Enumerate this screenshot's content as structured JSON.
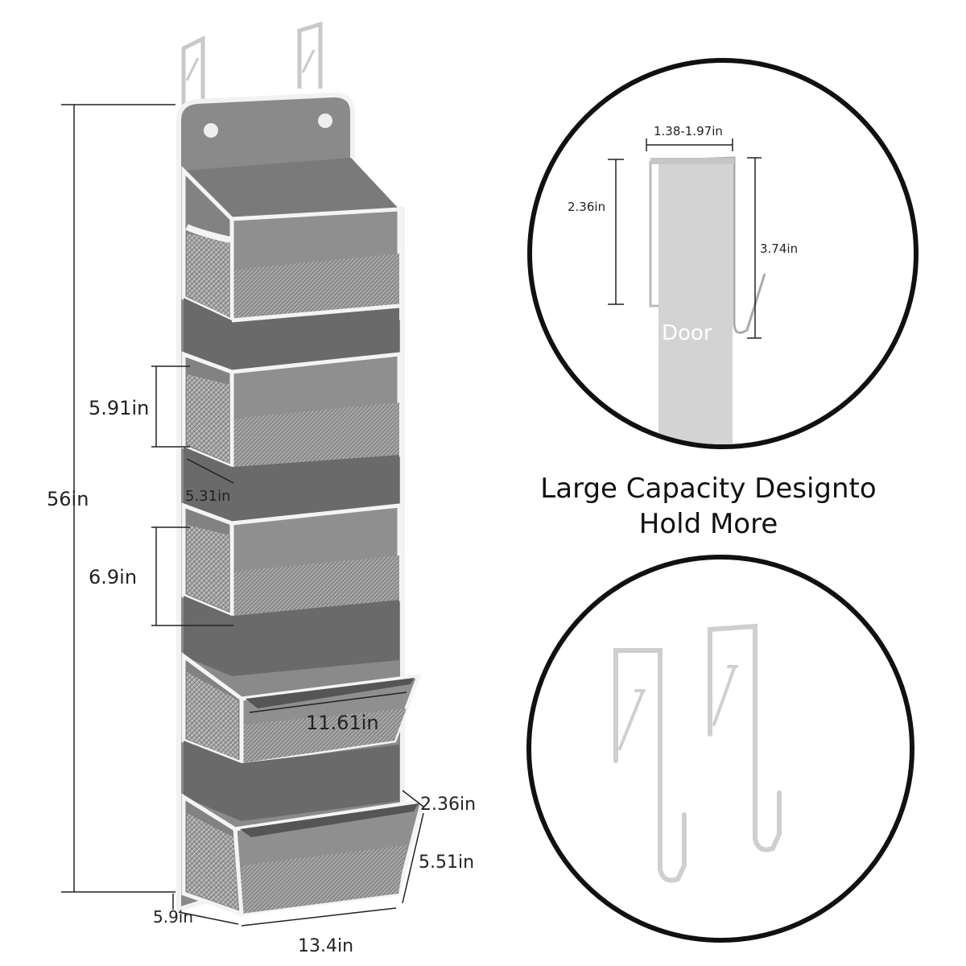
{
  "organizer": {
    "dimensions": {
      "total_height": "56in",
      "pocket_height": "5.91in",
      "pocket_depth": "5.31in",
      "pocket_height_large": "6.9in",
      "pocket_width": "11.61in",
      "bottom_depth": "2.36in",
      "bottom_height": "5.51in",
      "side_depth": "5.9in",
      "total_width": "13.4in"
    },
    "colors": {
      "fabric": "#8e8e8e",
      "fabric_dark": "#6f6f6f",
      "trim": "#f4f4f4"
    }
  },
  "hook_detail": {
    "door_label": "Door",
    "gap_width": "1.38-1.97in",
    "front_length": "2.36in",
    "back_length": "3.74in"
  },
  "headline": {
    "line1": "Large Capacity Designto",
    "line2": "Hold More"
  }
}
